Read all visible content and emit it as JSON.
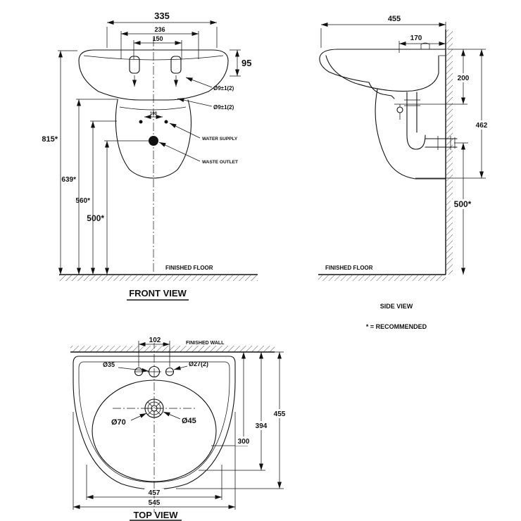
{
  "drawing": {
    "colors": {
      "ink": "#111111",
      "background": "#ffffff"
    },
    "front_view": {
      "title": "FRONT VIEW",
      "dim_width_overall": "335",
      "dim_width_236": "236",
      "dim_width_150": "150",
      "dim_height_95": "95",
      "dim_hole_upper": "Ø9±1(2)",
      "dim_hole_lower": "Ø9±1(2)",
      "dim_supply_spacing": "100",
      "dim_height_815": "815*",
      "dim_height_639": "639*",
      "dim_height_560": "560*",
      "dim_height_500": "500*",
      "label_water_supply": "WATER SUPPLY",
      "label_waste_outlet": "WASTE OUTLET",
      "label_finished_floor": "FINISHED FLOOR"
    },
    "side_view": {
      "title": "SIDE VIEW",
      "dim_depth_455": "455",
      "dim_depth_170": "170",
      "dim_height_200": "200",
      "dim_height_462": "462",
      "dim_height_500": "500*",
      "label_finished_floor": "FINISHED FLOOR",
      "note": "* = RECOMMENDED"
    },
    "top_view": {
      "title": "TOP VIEW",
      "dim_hole_spacing_102": "102",
      "dia_faucet_35": "Ø35",
      "dia_holes_27": "Ø27(2)",
      "dia_drain_70": "Ø70",
      "dia_drain_45": "Ø45",
      "dim_depth_300": "300",
      "dim_depth_394": "394",
      "dim_depth_455": "455",
      "dim_width_457": "457",
      "dim_width_545": "545",
      "label_finished_wall": "FINISHED WALL"
    }
  }
}
